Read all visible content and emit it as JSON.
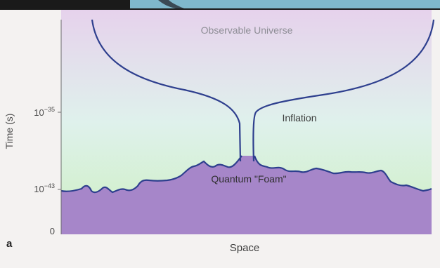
{
  "panel_label": "a",
  "axes": {
    "y_label": "Time (s)",
    "x_label": "Space",
    "y_ticks": [
      {
        "base": "10",
        "exp": "−35"
      },
      {
        "base": "10",
        "exp": "−43"
      },
      {
        "base": "0",
        "exp": ""
      }
    ]
  },
  "regions": {
    "observable_universe": "Observable Universe",
    "inflation": "Inflation",
    "quantum_foam": "Quantum \"Foam\""
  },
  "colors": {
    "curve": "#2e3f8e",
    "foam_fill": "#a686c9",
    "upper_top": "#e6d2ec",
    "upper_mid": "#dff1ec",
    "upper_low": "#cdf0c1",
    "top_strip": "#1a1a1a",
    "photo_strip": "#7fb8cc"
  }
}
